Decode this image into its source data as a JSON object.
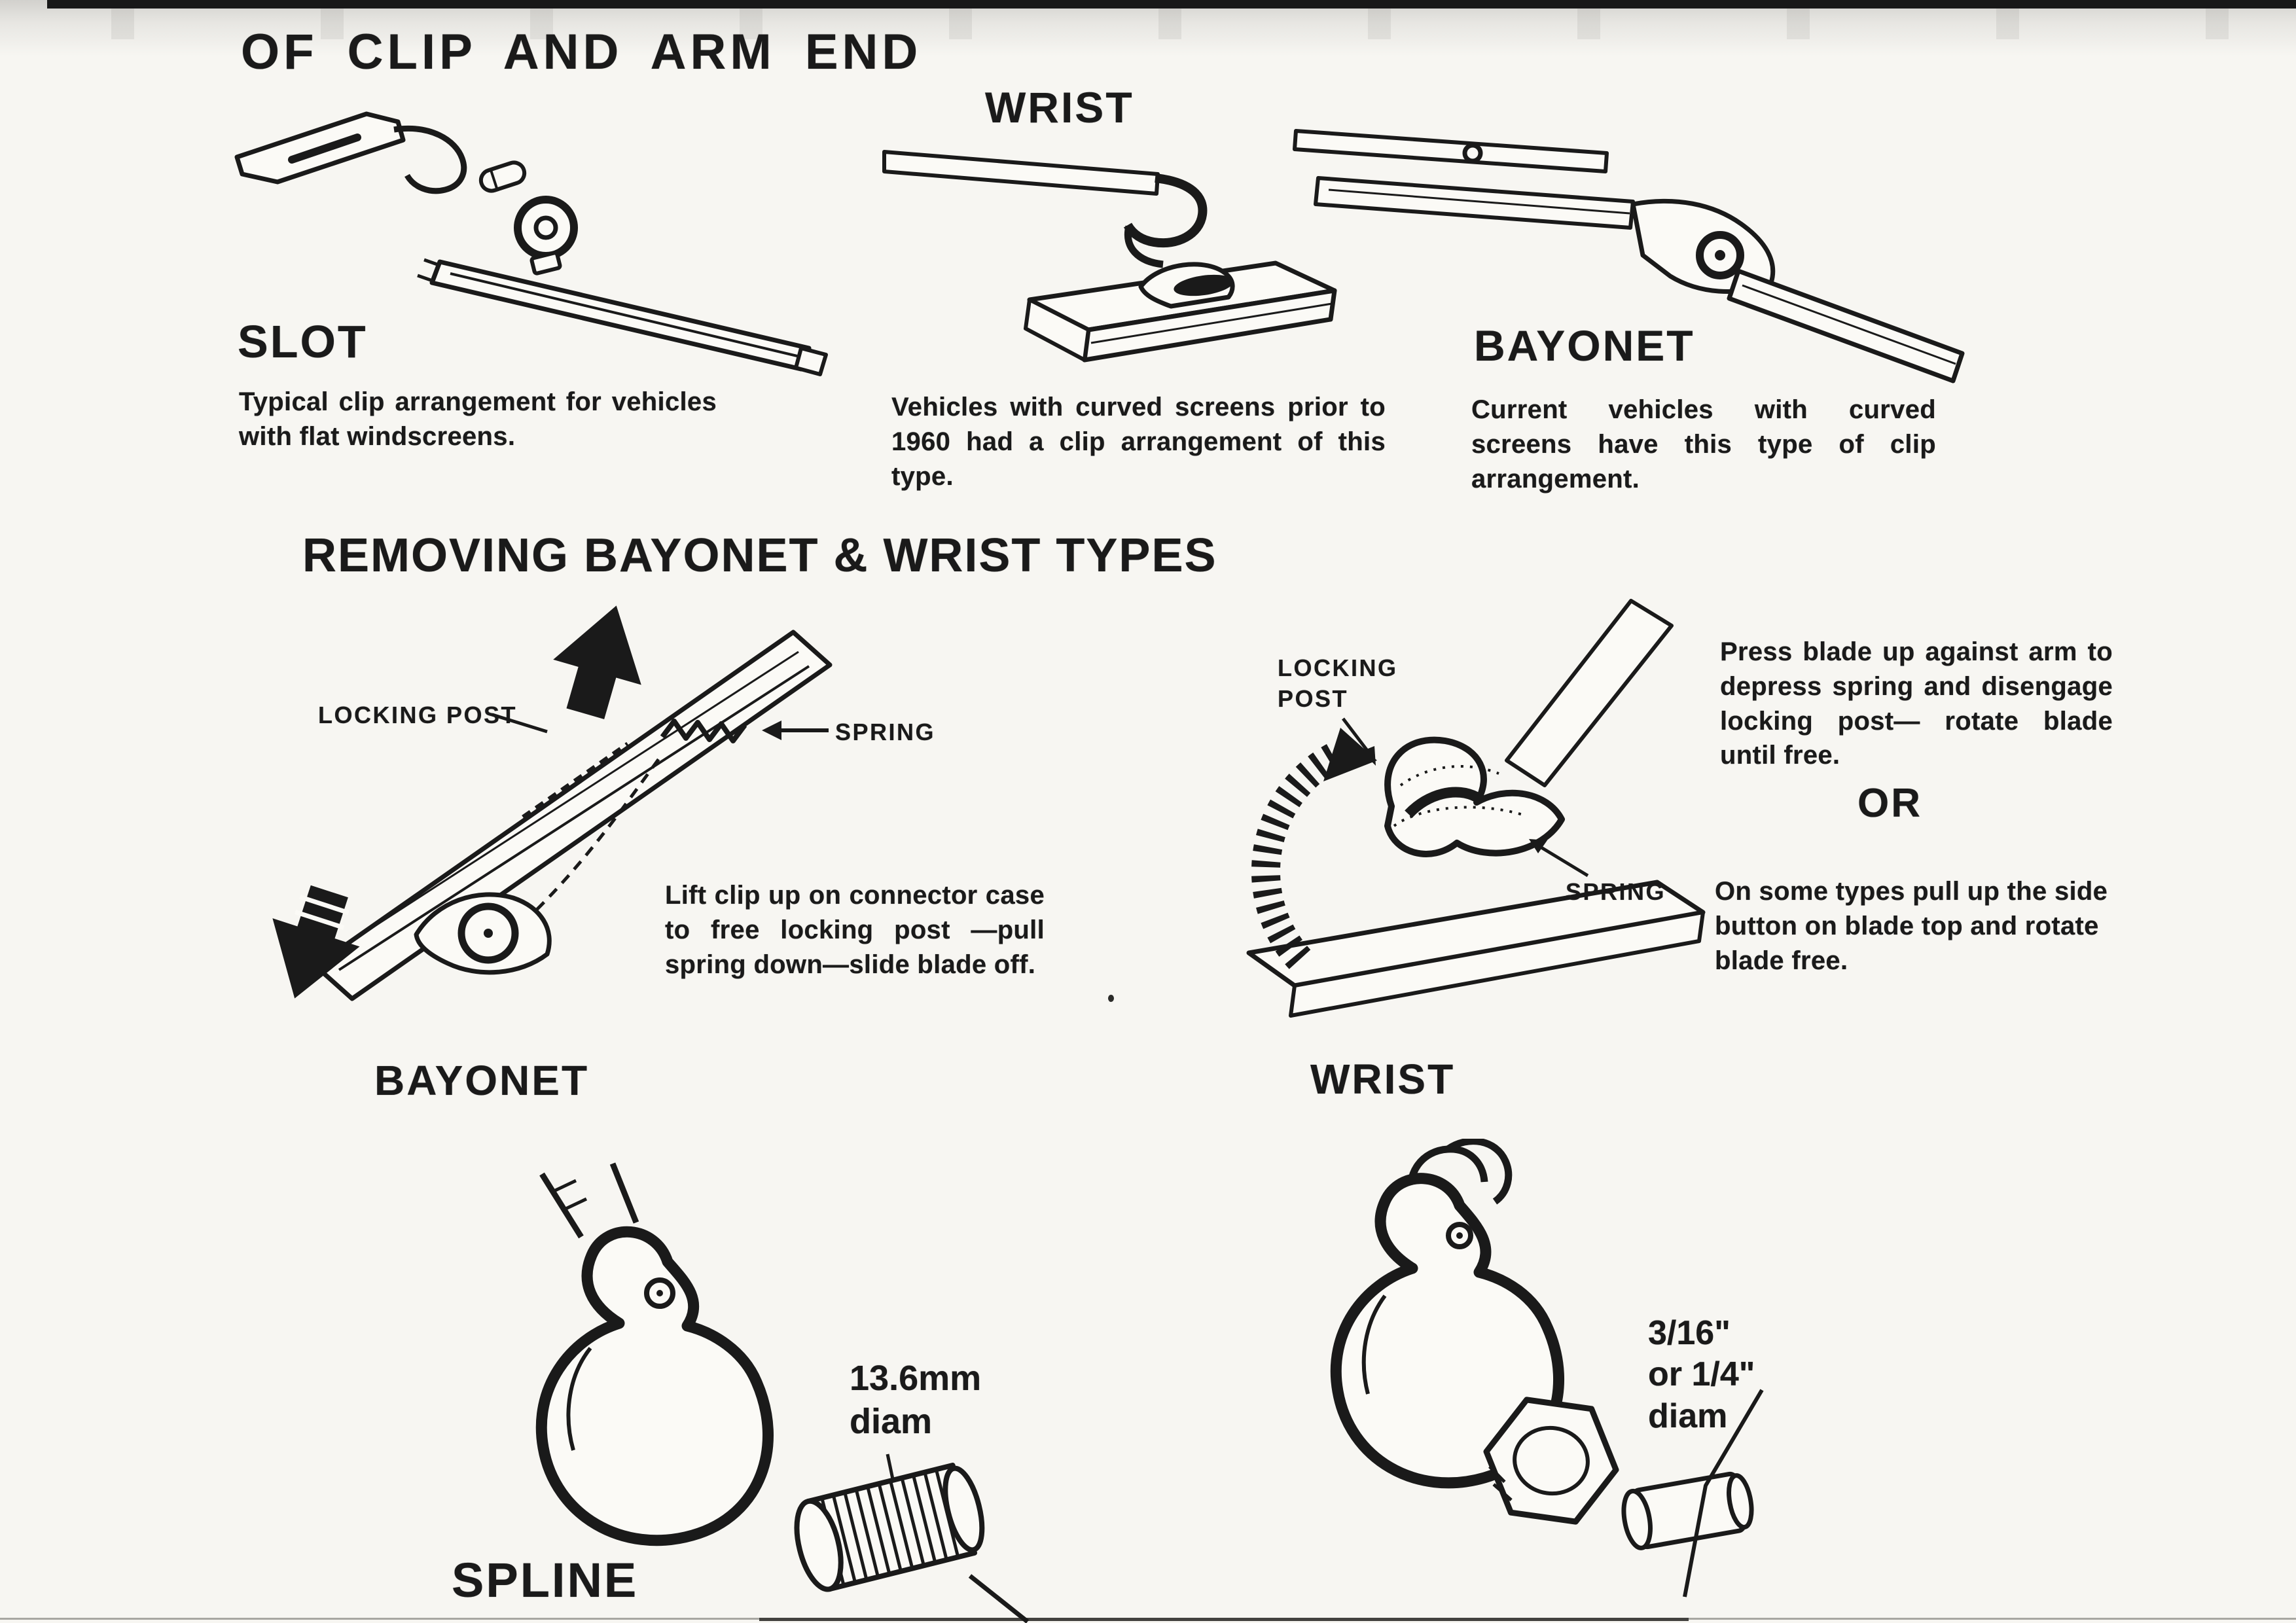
{
  "page": {
    "title": "OF CLIP AND ARM END",
    "removing_heading": "REMOVING BAYONET & WRIST TYPES"
  },
  "clip_types": {
    "slot": {
      "label": "SLOT",
      "caption": "Typical clip arrangement for vehicles with flat windscreens."
    },
    "wrist": {
      "label": "WRIST",
      "caption": "Vehicles with curved screens prior to 1960 had a clip arrangement of this type."
    },
    "bayonet": {
      "label": "BAYONET",
      "caption": "Current vehicles with curved screens have this type of clip arrangement."
    }
  },
  "removal": {
    "bayonet": {
      "label": "BAYONET",
      "locking_post": "LOCKING POST",
      "spring": "SPRING",
      "caption": "Lift clip up on connector case to free locking post —pull spring down—slide blade off."
    },
    "wrist": {
      "label": "WRIST",
      "locking_post": "LOCKING\nPOST",
      "spring": "SPRING",
      "caption_primary": "Press blade up against arm to depress spring and disengage locking post— rotate blade until free.",
      "or": "OR",
      "caption_alt": "On some types pull up the side button on blade top and rotate blade free."
    }
  },
  "arm_fixings": {
    "spline": {
      "label": "SPLINE",
      "dimension": "13.6mm\ndiam"
    },
    "pin": {
      "dimension": "3/16\"\nor 1/4\"\ndiam"
    }
  }
}
